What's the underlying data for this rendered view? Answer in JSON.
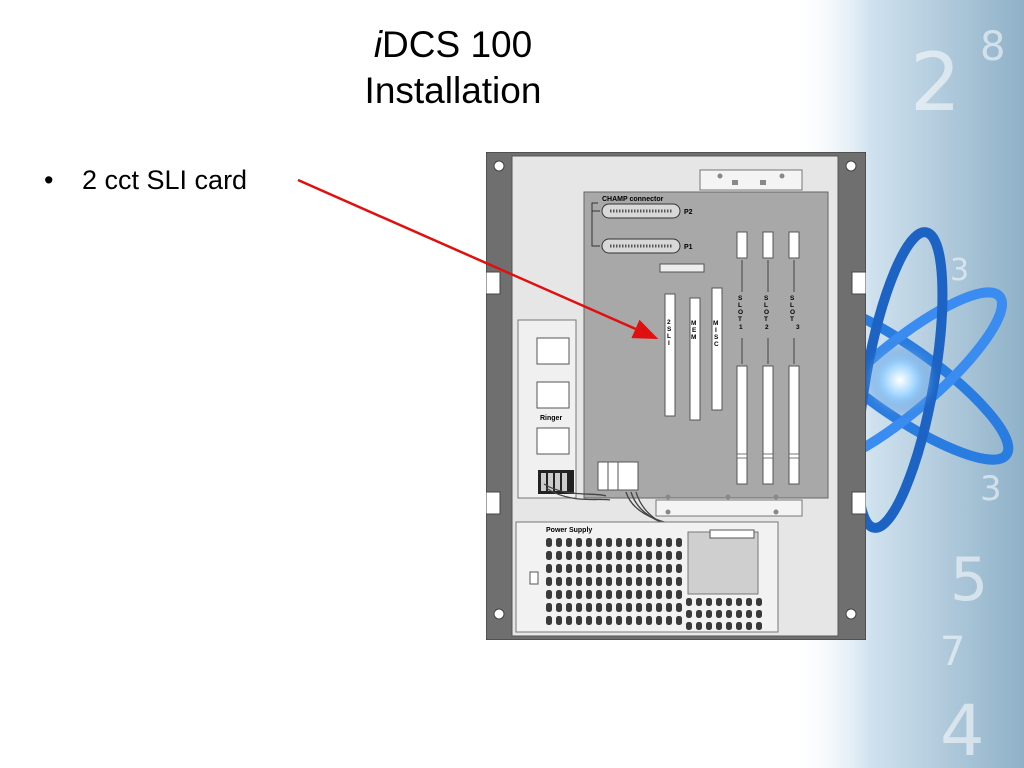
{
  "slide": {
    "title_prefix": "i",
    "title_line1": "DCS 100",
    "title_line2": "Installation",
    "bullet_symbol": "•",
    "bullet_text": "2 cct SLI card"
  },
  "diagram": {
    "champ_connector": "CHAMP connector",
    "p2": "P2",
    "p1": "P1",
    "card_2sli": "2SLI",
    "card_mem": "MEM",
    "card_misc": "MISC",
    "slot1_word": "SLOT",
    "slot1_num": "1",
    "slot2_word": "SLOT",
    "slot2_num": "2",
    "slot3_word": "SLOT",
    "slot3_num": "3",
    "ringer": "Ringer",
    "power_supply": "Power Supply"
  },
  "colors": {
    "arrow": "#e01010",
    "cabinet_frame": "#6f6f6f",
    "board": "#a8a8a8",
    "panel": "#e6e6e6"
  }
}
